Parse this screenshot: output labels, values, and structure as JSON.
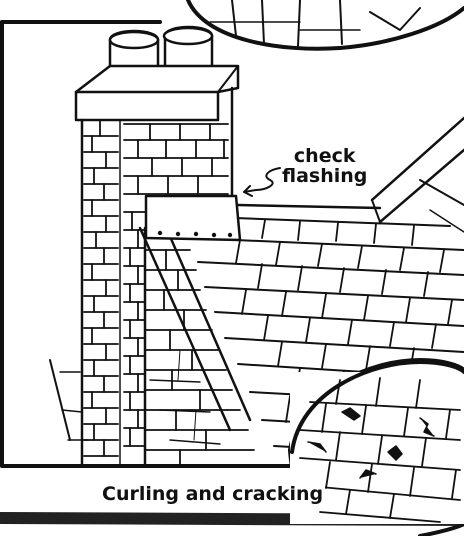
{
  "callouts": {
    "flashing_line1": "check",
    "flashing_line2": "flashing",
    "damage_caption": "Curling and cracking"
  },
  "colors": {
    "ink": "#111111",
    "paper": "#ffffff",
    "border": "#1a1a1a"
  },
  "icons": [
    "chimney-illustration",
    "roof-shingles-illustration",
    "magnifier-inset-top",
    "magnifier-inset-bottom",
    "squiggle-arrow"
  ]
}
